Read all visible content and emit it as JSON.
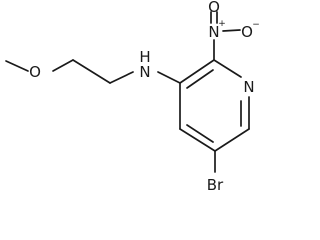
{
  "molecule": {
    "atoms": {
      "n_amine": "N",
      "h_amine": "H",
      "o_ether": "O",
      "n_ring": "N",
      "n_nitro": "N",
      "n_nitro_charge": "+",
      "o_nitro_top": "O",
      "o_nitro_right": "O",
      "o_nitro_charge": "−",
      "br": "Br"
    }
  }
}
